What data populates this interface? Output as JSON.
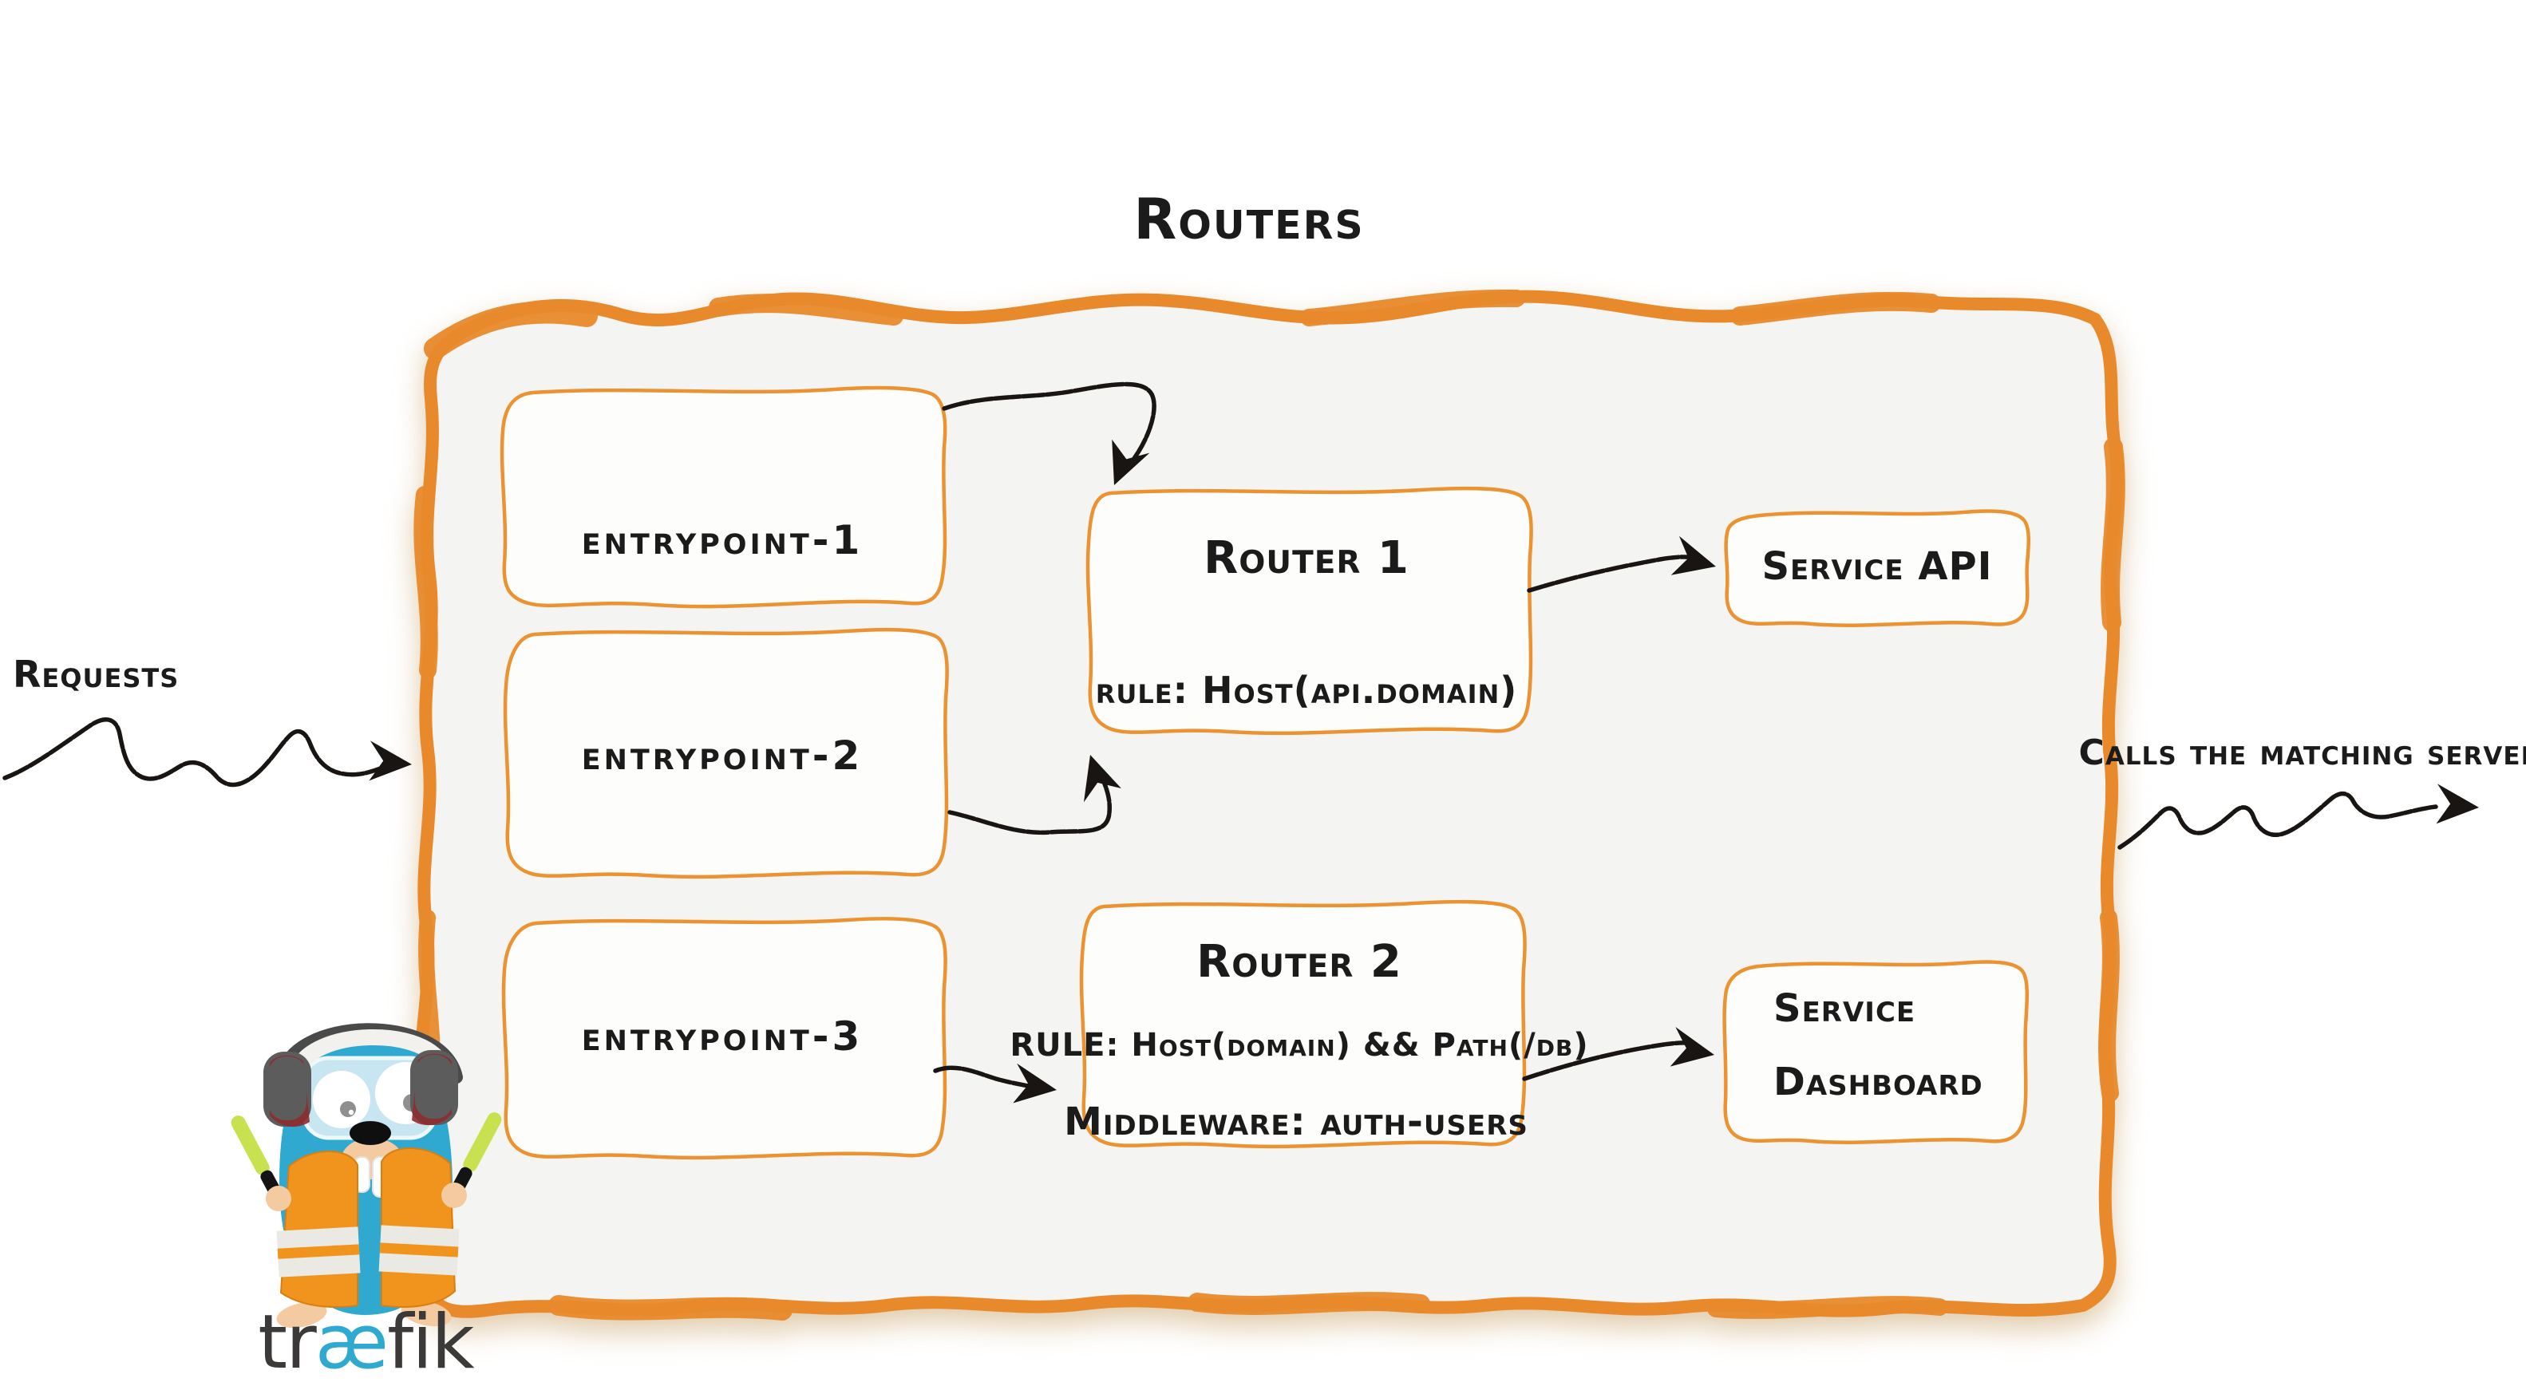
{
  "diagram": {
    "title": "Routers",
    "requests_label": "Requests",
    "calls_label": "Calls the matching server",
    "entrypoints": [
      {
        "label": "entrypoint-1"
      },
      {
        "label": "entrypoint-2"
      },
      {
        "label": "entrypoint-3"
      }
    ],
    "routers": [
      {
        "title": "Router 1",
        "rule": "rule: Host(api.domain)"
      },
      {
        "title": "Router 2",
        "rule": "RULE: Host(domain) && Path(/db)",
        "middleware": "Middleware: auth-users"
      }
    ],
    "services": [
      {
        "label": "Service API"
      },
      {
        "line1": "Service",
        "line2": "Dashboard"
      }
    ],
    "logo": {
      "tr": "tr",
      "ae": "æ",
      "fik": "fik"
    }
  },
  "colors": {
    "accent_orange": "#E8892B",
    "box_border": "#EA9330",
    "container_fill": "#F4F4F3",
    "box_fill": "#FDFDFC",
    "ink": "#1B1B1B",
    "arrow_black": "#181512",
    "traefik_blue": "#2FA9D0",
    "vest_orange": "#F0941E",
    "glow_green": "#C8E24F",
    "headphone_gray": "#5C5C5C",
    "ear_red": "#8E2B2E",
    "skin_beige": "#F4CBA0",
    "wordmark_gray": "#3C3A39"
  }
}
